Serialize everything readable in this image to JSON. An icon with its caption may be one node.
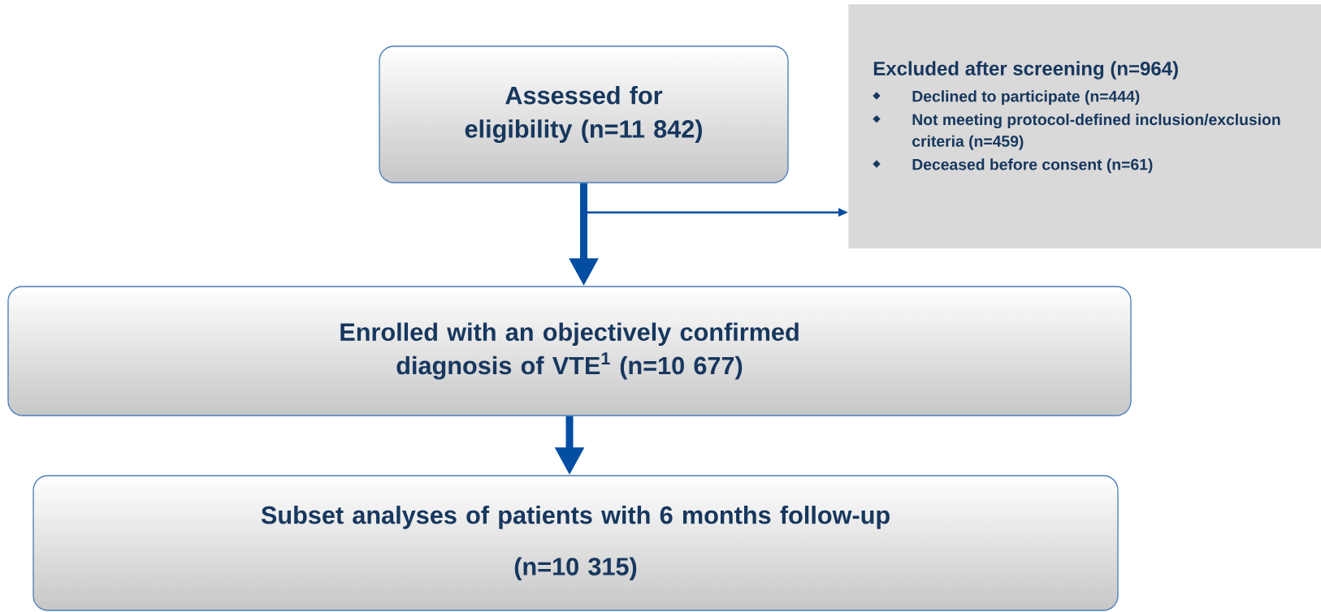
{
  "diagram": {
    "nodes": [
      {
        "text": [
          "Assessed for eligibility (n=11 842)"
        ]
      },
      {
        "text": [
          "Excluded after screening (n=964)",
          "Declined to participate (n=444)",
          "Not meeting protocol-defined inclusion/exclusion criteria (n=459)",
          "Deceased before consent (n=61)"
        ]
      },
      {
        "text": [
          "Enrolled with an objectively confirmed diagnosis of VTE$^{1}$ (n=10 677)"
        ]
      },
      {
        "text": [
          "Subset analyses of patients with 6 months follow-up",
          "(n=10 315)"
        ]
      }
    ],
    "edges": [
      {
        "from": 0,
        "to": 2,
        "arrow": "to"
      },
      {
        "from": 0,
        "to": 1,
        "arrow": "to"
      },
      {
        "from": 2,
        "to": 3,
        "arrow": "to"
      }
    ]
  }
}
